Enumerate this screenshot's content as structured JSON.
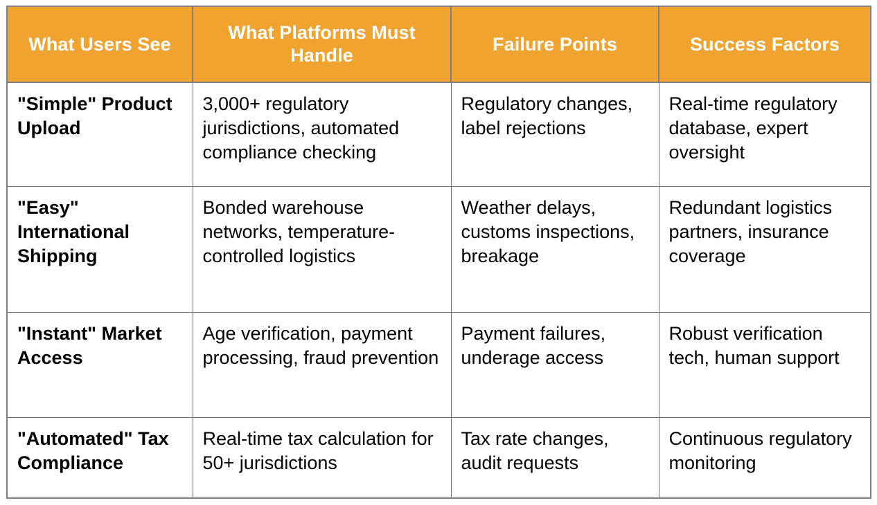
{
  "table": {
    "accent_color": "#F0A32E",
    "header_text_color": "#FFFFFF",
    "border_color": "#808080",
    "body_text_color": "#000000",
    "columns": [
      {
        "label": "What Users See"
      },
      {
        "label": "What Platforms Must Handle"
      },
      {
        "label": "Failure Points"
      },
      {
        "label": "Success Factors"
      }
    ],
    "rows": [
      {
        "users_see": "\"Simple\" Product Upload",
        "platforms_handle": "3,000+ regulatory jurisdictions, automated compliance checking",
        "failure_points": "Regulatory changes, label rejections",
        "success_factors": "Real-time regulatory database, expert oversight"
      },
      {
        "users_see": "\"Easy\" International Shipping",
        "platforms_handle": "Bonded warehouse networks, temperature-controlled logistics",
        "failure_points": "Weather delays, customs inspections, breakage",
        "success_factors": "Redundant logistics partners, insurance coverage"
      },
      {
        "users_see": "\"Instant\" Market Access",
        "platforms_handle": "Age verification, payment processing, fraud prevention",
        "failure_points": "Payment failures, underage access",
        "success_factors": "Robust verification tech, human support"
      },
      {
        "users_see": "\"Automated\" Tax Compliance",
        "platforms_handle": "Real-time tax calculation for 50+ jurisdictions",
        "failure_points": "Tax rate changes, audit requests",
        "success_factors": "Continuous regulatory monitoring"
      }
    ]
  }
}
